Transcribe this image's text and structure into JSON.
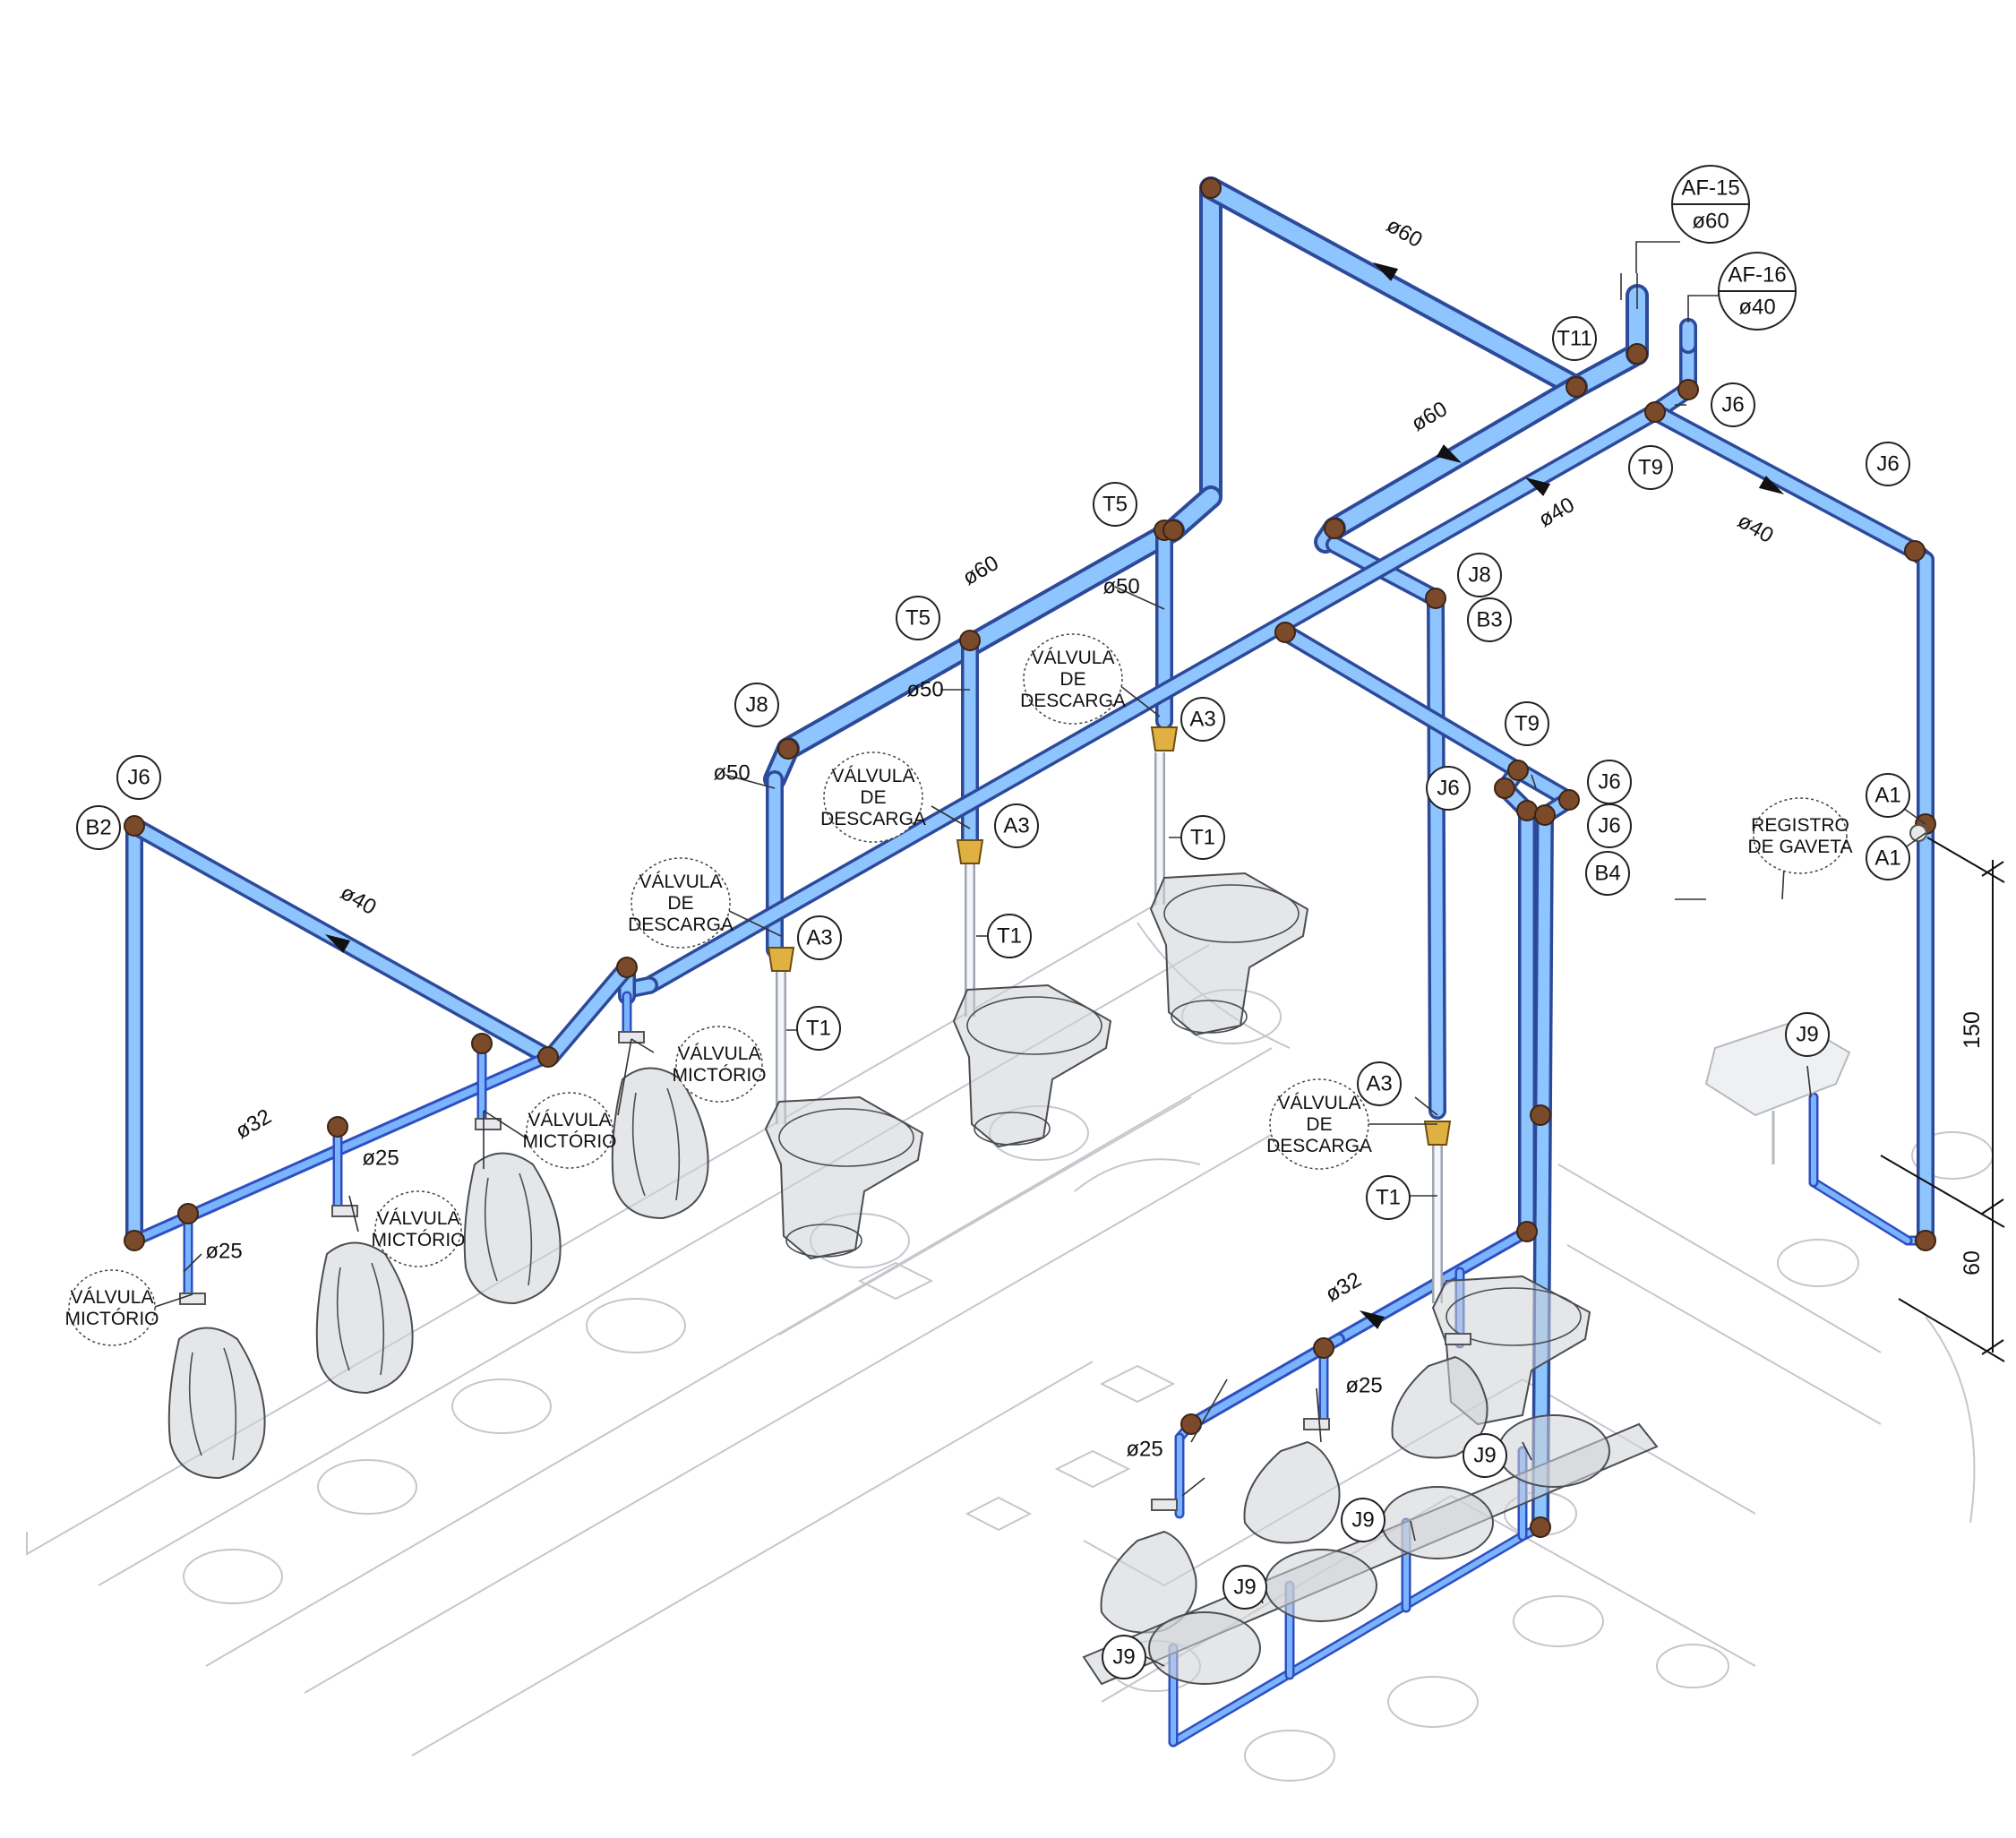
{
  "connection_tags": {
    "af15_name": "AF-15",
    "af15_diameter": "ø60",
    "af16_name": "AF-16",
    "af16_diameter": "ø40"
  },
  "diameters": {
    "d60": "ø60",
    "d50": "ø50",
    "d40": "ø40",
    "d32": "ø32",
    "d25": "ø25"
  },
  "fitting_tags": {
    "T11": "T11",
    "T5": "T5",
    "T9": "T9",
    "T1": "T1",
    "J6": "J6",
    "J8": "J8",
    "J9": "J9",
    "B2": "B2",
    "B3": "B3",
    "B4": "B4",
    "A1": "A1",
    "A3": "A3"
  },
  "notes": {
    "flush_valve": [
      "VÁLVULA",
      "DE",
      "DESCARGA"
    ],
    "urinal_valve": [
      "VÁLVULA",
      "MICTÓRIO"
    ],
    "gate_valve": [
      "REGISTRO",
      "DE GAVETA"
    ]
  },
  "dimensions": {
    "height_upper": "150",
    "height_lower": "60"
  },
  "colors": {
    "pipe": "#8ec5ff",
    "pipe_outline": "#2d4a9a",
    "fitting": "#7a4a2a",
    "valve": "#e0b040"
  }
}
